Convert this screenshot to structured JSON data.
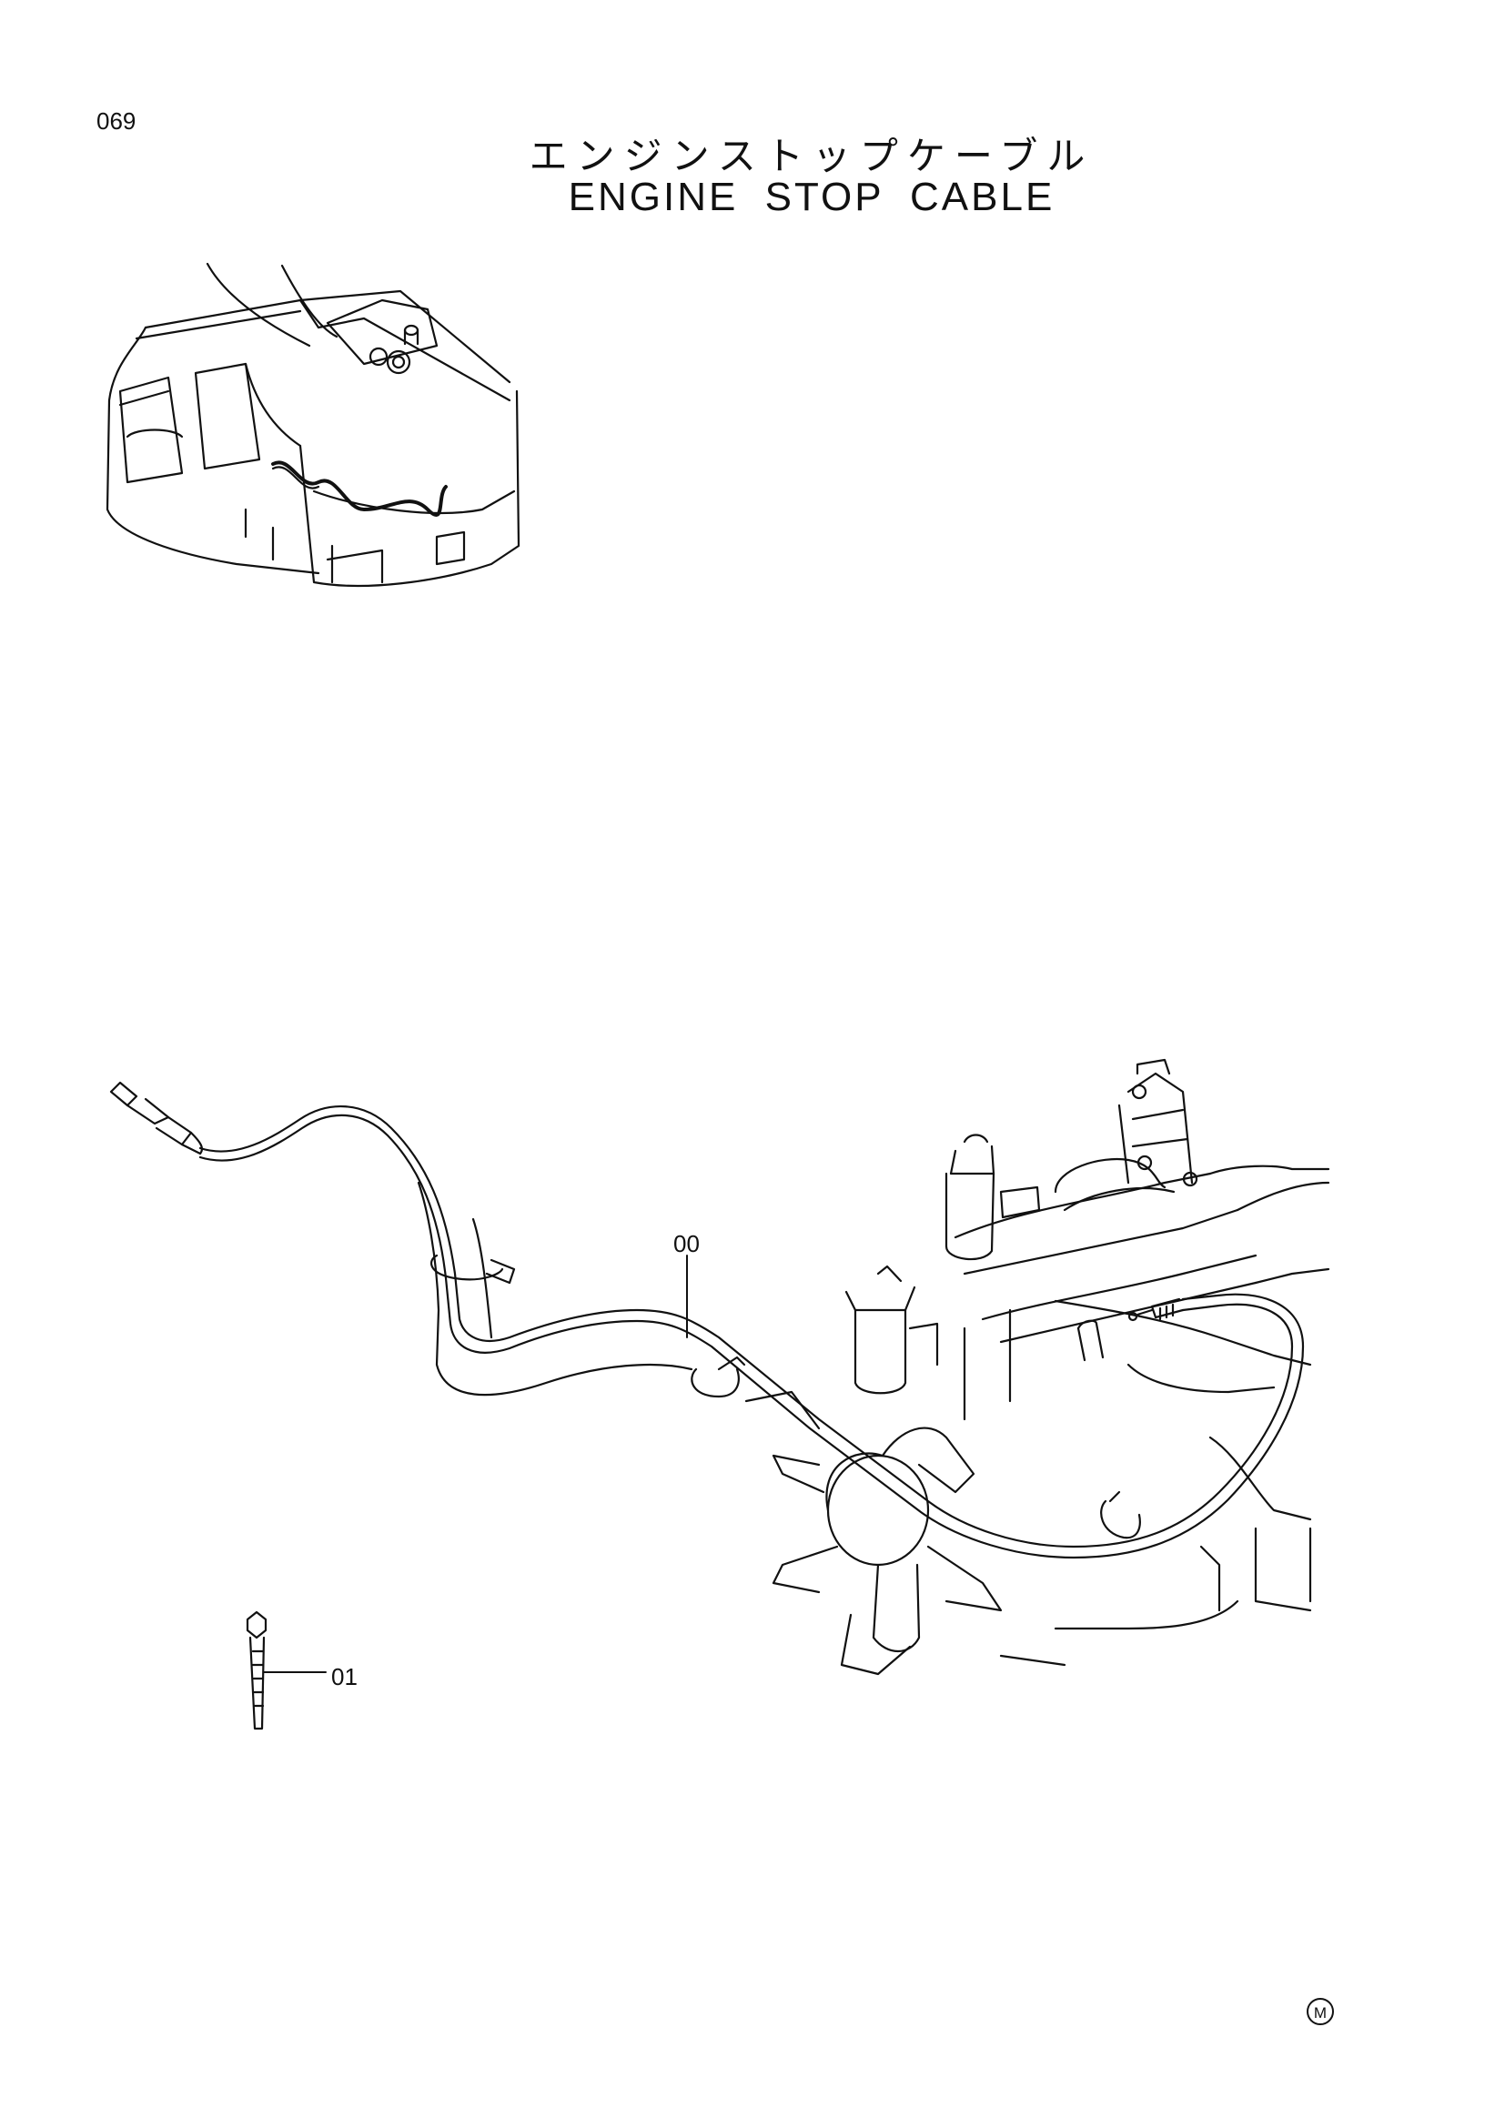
{
  "page": {
    "number": "069"
  },
  "title": {
    "japanese": "エンジンストップケーブル",
    "english": "ENGINE STOP CABLE"
  },
  "callouts": {
    "cable": "00",
    "tie": "01"
  },
  "mark": "M",
  "colors": {
    "ink": "#111111",
    "paper": "#ffffff"
  }
}
